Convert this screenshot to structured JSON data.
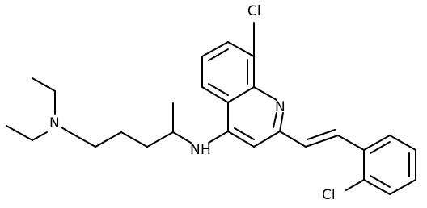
{
  "structure": {
    "atom_labels": {
      "chlorine_quinoline": "Cl",
      "nitrogen_quinoline": "N",
      "nitrogen_amine": "N",
      "hydrogen_amine": "H",
      "nitrogen_diethyl": "N",
      "chlorine_phenyl": "Cl"
    }
  }
}
